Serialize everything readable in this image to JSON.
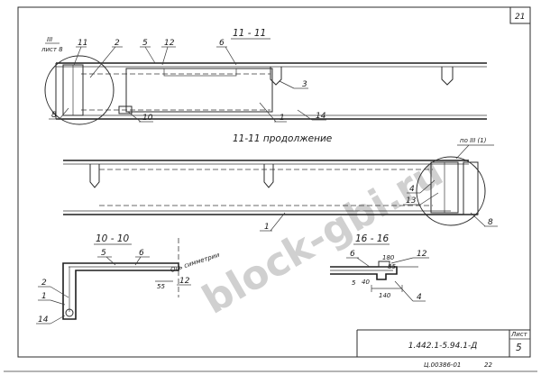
{
  "sheet": {
    "page_corner_number": "21",
    "sheet_label": "Лист",
    "sheet_number": "5",
    "document_code": "1.442.1-5.94.1-Д",
    "archive_code": "Ц.00386-01",
    "archive_page": "22"
  },
  "watermark": {
    "text": "block-gbi.ru"
  },
  "views": {
    "section_11": {
      "title": "11 - 11",
      "subtitle": "11-11 продолжение",
      "node_ref_top": "III",
      "node_ref_bottom": "лист 8",
      "callouts": [
        "11",
        "2",
        "5",
        "12",
        "6",
        "3",
        "1",
        "14",
        "8",
        "10"
      ]
    },
    "section_11_cont": {
      "node_ref": "по III (1)",
      "callouts": [
        "4",
        "13",
        "1",
        "8"
      ]
    },
    "section_10": {
      "title": "10 - 10",
      "axis_note": "Ось симметрии",
      "callouts": [
        "5",
        "6",
        "12",
        "2",
        "1",
        "14"
      ],
      "dim": "55"
    },
    "section_16": {
      "title": "16 - 16",
      "callouts": [
        "6",
        "12",
        "5",
        "4"
      ],
      "dims": [
        "180",
        "85",
        "140",
        "40"
      ]
    }
  }
}
